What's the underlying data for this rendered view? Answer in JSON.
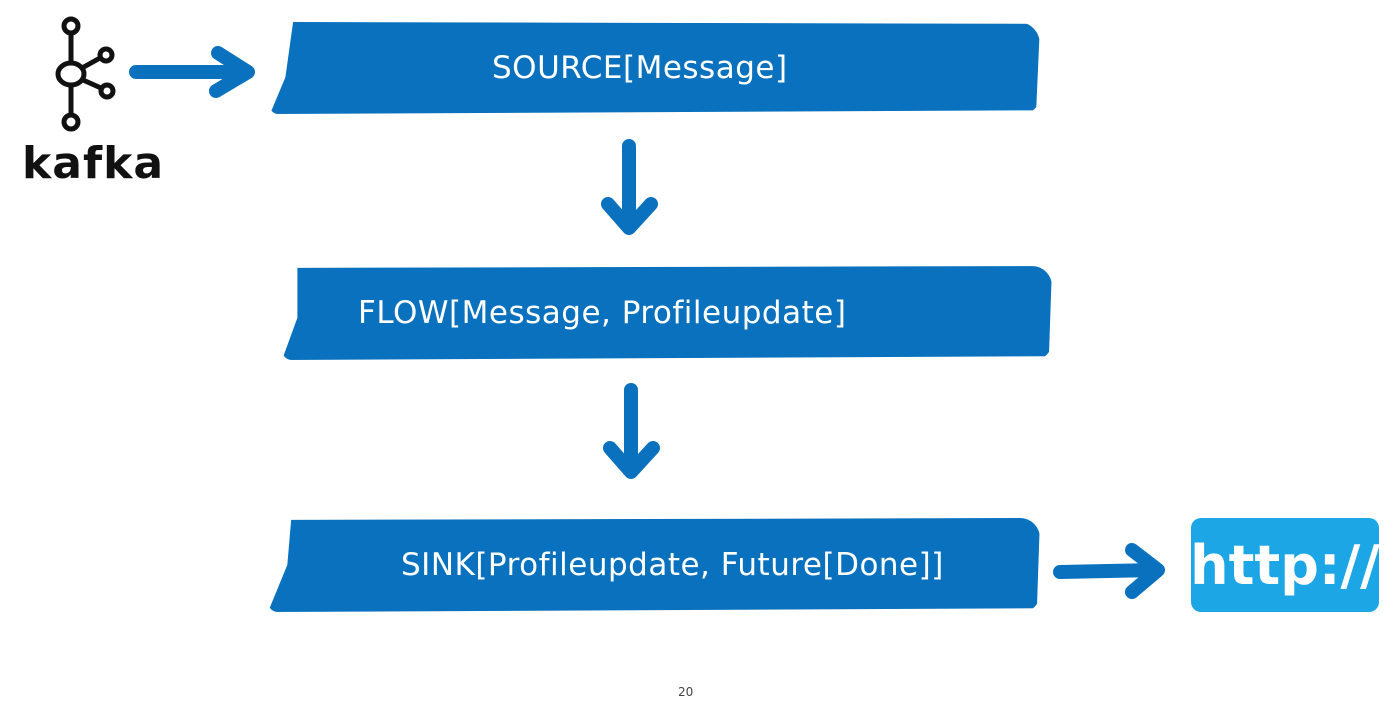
{
  "diagram": {
    "source": {
      "logo_label": "kafka",
      "logo_icon": "kafka-logo-icon"
    },
    "stages": [
      {
        "id": "source",
        "label": "SOURCE[Message]"
      },
      {
        "id": "flow",
        "label": "FLOW[Message, Profileupdate]"
      },
      {
        "id": "sink",
        "label": "SINK[Profileupdate, Future[Done]]"
      }
    ],
    "target": {
      "label": "http://"
    },
    "colors": {
      "band": "#0971bd",
      "http_box": "#1ca6e6",
      "arrow": "#0971bd"
    }
  },
  "page_number": "20"
}
